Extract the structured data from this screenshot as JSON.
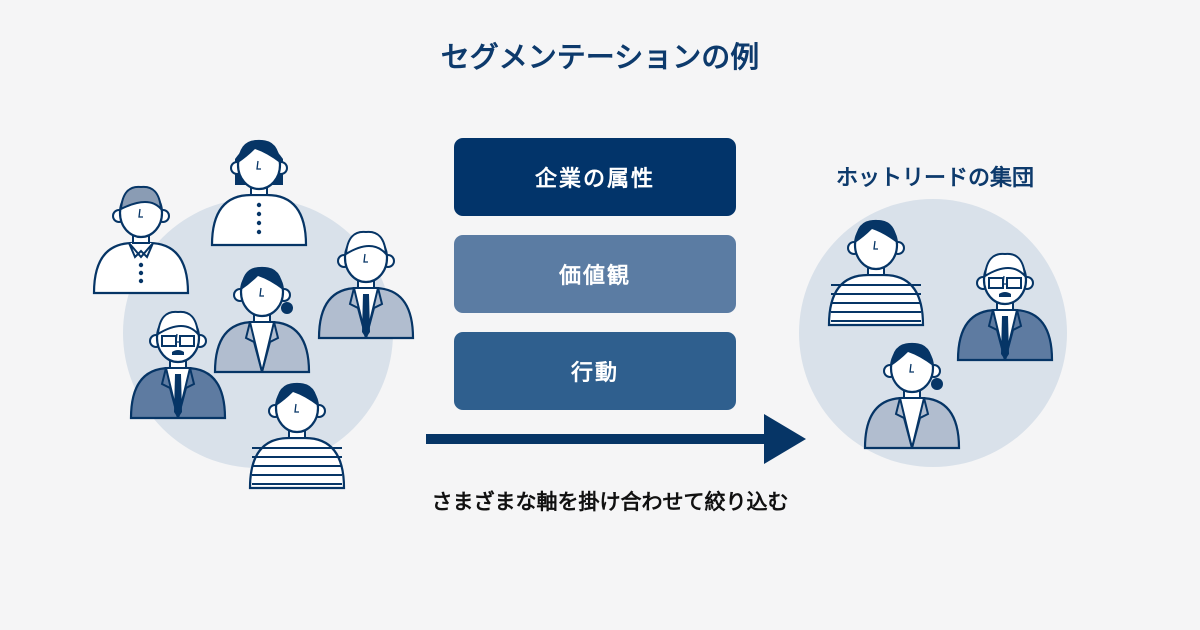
{
  "title": "セグメンテーションの例",
  "boxes": [
    {
      "label": "企業の属性",
      "color": "#02346a"
    },
    {
      "label": "価値観",
      "color": "#5b7ca3"
    },
    {
      "label": "行動",
      "color": "#2f5f8e"
    }
  ],
  "result_label": "ホットリードの集団",
  "caption": "さまざまな軸を掛け合わせて絞り込む",
  "colors": {
    "navy": "#063566",
    "circle": "#d9e1ea",
    "light": "#b1bdcf",
    "mid": "#5e7ba1",
    "hair_gray": "#8a9cb4"
  }
}
